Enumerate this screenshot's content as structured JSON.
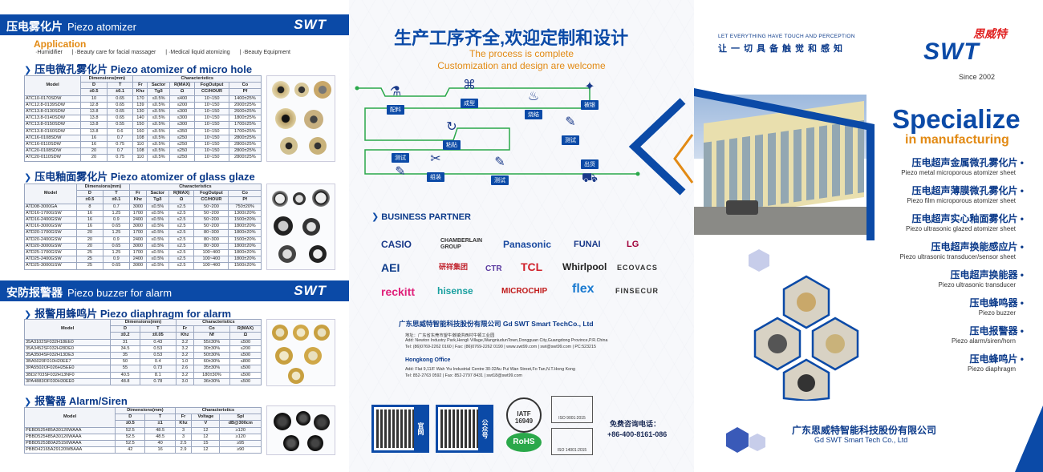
{
  "panel1": {
    "atomizer_bar": {
      "cn": "压电雾化片",
      "en": "Piezo atomizer",
      "brand": "SWT"
    },
    "application": {
      "title": "Application",
      "items": [
        "·Humidifier",
        "|  ·Beauty care for facial massager",
        "|  ·Medical liquid atomizing",
        "|  ·Beauty Equipment"
      ]
    },
    "micro_hole": {
      "heading": "压电微孔雾化片  Piezo atomizer of micro hole",
      "h_dim": "Dimensions(mm)",
      "h_char": "Characteristics",
      "h_model": "Model",
      "cols": [
        "D",
        "T",
        "Fr",
        "Sactor",
        "R(MAX)",
        "FogOutput",
        "Co"
      ],
      "units": [
        "±0.5",
        "±0.1",
        "Khz",
        "Tgδ",
        "Ω",
        "CC/HOUR",
        "Pf"
      ],
      "rows": [
        [
          "ATC10-0170SDW",
          "10",
          "0.65",
          "170",
          "≤0.5%",
          "≤400",
          "10~150",
          "1400±25%"
        ],
        [
          "ATC12.8-0139SDW",
          "12.8",
          "0.65",
          "139",
          "≤0.5%",
          "≤200",
          "10~150",
          "2000±25%"
        ],
        [
          "ATC13.8-0130SDW",
          "13.8",
          "0.65",
          "130",
          "≤0.5%",
          "≤300",
          "10~150",
          "2600±25%"
        ],
        [
          "ATC13.8-0140SDW",
          "13.8",
          "0.65",
          "140",
          "≤0.5%",
          "≤300",
          "10~150",
          "1800±25%"
        ],
        [
          "ATC13.8-0150SDW",
          "13.8",
          "0.55",
          "150",
          "≤0.5%",
          "≤300",
          "10~150",
          "1700±25%"
        ],
        [
          "ATC13.8-0160SDW",
          "13.8",
          "0.6",
          "160",
          "≤0.5%",
          "≤350",
          "10~150",
          "1700±25%"
        ],
        [
          "ATC16-0108SDW",
          "16",
          "0.7",
          "108",
          "≤0.5%",
          "≤250",
          "10~150",
          "2800±25%"
        ],
        [
          "ATC16-0110SDW",
          "16",
          "0.75",
          "110",
          "≤0.5%",
          "≤250",
          "10~150",
          "2800±25%"
        ],
        [
          "ATC20-0108SDW",
          "20",
          "0.7",
          "108",
          "≤0.5%",
          "≤250",
          "10~150",
          "2800±25%"
        ],
        [
          "ATC20-0110SDW",
          "20",
          "0.75",
          "110",
          "≤0.5%",
          "≤250",
          "10~150",
          "2800±25%"
        ]
      ]
    },
    "glass_glaze": {
      "heading": "压电釉面雾化片  Piezo atomizer of glass glaze",
      "h_dim": "Dimensions(mm)",
      "h_char": "Characteristics",
      "h_model": "Model",
      "cols": [
        "D",
        "T",
        "Fr",
        "Sactor",
        "R(MAX)",
        "FogOutput",
        "Co"
      ],
      "units": [
        "±0.5",
        "±0.1",
        "Khz",
        "Tgδ",
        "Ω",
        "CC/HOUR",
        "Pf"
      ],
      "rows": [
        [
          "ATD08-3000GA",
          "8",
          "0.7",
          "3000",
          "≤0.5%",
          "≤2.5",
          "50~200",
          "750±20%"
        ],
        [
          "ATD16-1700GSW",
          "16",
          "1.25",
          "1700",
          "≤0.5%",
          "≤2.5",
          "50~200",
          "1300±20%"
        ],
        [
          "ATD16-2400GSW",
          "16",
          "0.9",
          "2400",
          "≤0.5%",
          "≤2.5",
          "50~200",
          "1500±20%"
        ],
        [
          "ATD16-3000GSW",
          "16",
          "0.65",
          "3000",
          "≤0.5%",
          "≤2.5",
          "50~200",
          "1800±20%"
        ],
        [
          "ATD20-1700GSW",
          "20",
          "1.25",
          "1700",
          "≤0.5%",
          "≤2.5",
          "80~300",
          "1800±20%"
        ],
        [
          "ATD20-2400GSW",
          "20",
          "0.9",
          "2400",
          "≤0.5%",
          "≤2.5",
          "80~300",
          "1500±20%"
        ],
        [
          "ATD20-3000GSW",
          "20",
          "0.65",
          "3000",
          "≤0.5%",
          "≤2.5",
          "80~300",
          "1800±20%"
        ],
        [
          "ATD25-1700GSW",
          "25",
          "1.25",
          "1700",
          "≤0.5%",
          "≤2.5",
          "100~400",
          "1800±20%"
        ],
        [
          "ATD25-2400GSW",
          "25",
          "0.9",
          "2400",
          "≤0.5%",
          "≤2.5",
          "100~400",
          "1800±20%"
        ],
        [
          "ATD25-3000GSW",
          "25",
          "0.65",
          "3000",
          "≤0.5%",
          "≤2.5",
          "100~400",
          "1500±20%"
        ]
      ]
    },
    "buzzer_bar": {
      "cn": "安防报警器",
      "en": "Piezo buzzer for alarm",
      "brand": "SWT"
    },
    "diaphragm": {
      "heading": "报警用蜂鸣片  Piezo diaphragm for alarm",
      "h_dim": "Dimensions(mm)",
      "h_char": "Characteristics",
      "h_model": "Model",
      "cols": [
        "D",
        "T",
        "Fr",
        "Co",
        "R(MAX)"
      ],
      "units": [
        "±0.2",
        "±0.05",
        "Khz",
        "Nf",
        "Ω"
      ],
      "rows": [
        [
          "35A3102SF032H18EE0",
          "31",
          "0.43",
          "3.2",
          "55±30%",
          "≤500"
        ],
        [
          "35A3452SF032H28DE0",
          "34.5",
          "0.53",
          "3.2",
          "30±30%",
          "≤200"
        ],
        [
          "35A3504SF032H13DE3",
          "35",
          "0.53",
          "3.2",
          "50±30%",
          "≤500"
        ],
        [
          "3BA5020F010H20EE7",
          "50",
          "0.4",
          "1.0",
          "60±30%",
          "≤800"
        ],
        [
          "3PA5502OF026H25EE0",
          "55",
          "0.73",
          "2.6",
          "35±30%",
          "≤500"
        ],
        [
          "3BD2703SF032H13NF0",
          "40.5",
          "8.1",
          "3.2",
          "180±30%",
          "≤500"
        ],
        [
          "3PA4883OF030H30EE0",
          "48.8",
          "0.78",
          "3.0",
          "36±30%",
          "≤500"
        ]
      ]
    },
    "alarm": {
      "heading": "报警器  Alarm/Siren",
      "h_dim": "Dimensions(mm)",
      "h_char": "Characteristics",
      "h_model": "Model",
      "cols": [
        "D",
        "T",
        "Fr",
        "Voltage",
        "Spl"
      ],
      "units": [
        "±0.5",
        "±1",
        "Khz",
        "V",
        "dB@300cm"
      ],
      "rows": [
        [
          "PEBD525485A30120WAAA",
          "52.5",
          "48.5",
          "3",
          "12",
          "≥120"
        ],
        [
          "PBBD525485A30120WAAA",
          "52.5",
          "48.5",
          "3",
          "12",
          "≥120"
        ],
        [
          "PBBD525380A25150WAAA",
          "52.5",
          "40",
          "2.5",
          "15",
          "≥95"
        ],
        [
          "PBBD42165A29120WBAAA",
          "42",
          "16",
          "2.9",
          "12",
          "≥90"
        ]
      ]
    }
  },
  "panel2": {
    "title_cn": "生产工序齐全,欢迎定制和设计",
    "title_en1": "The process is complete",
    "title_en2": "Customization and design are welcome",
    "process": [
      "配料",
      "成型",
      "烧结",
      "被银",
      "测试",
      "粘贴",
      "测试",
      "组装",
      "测试",
      "出货"
    ],
    "business_partner": "BUSINESS PARTNER",
    "partners": [
      "CASIO",
      "CHAMBERLAIN GROUP",
      "Panasonic",
      "FUNAI",
      "LG",
      "AEI",
      "研祥集团",
      "CTR",
      "TCL",
      "Whirlpool",
      "ECOVACS",
      "reckitt",
      "hisense",
      "MICROCHIP",
      "flex",
      "FINSECUR"
    ],
    "company_title": "广东思威特智能科技股份有限公司   Gd SWT Smart TechCo., Ltd",
    "addr1": "地址：广东省东莞市望牛墩镇洪西村牛顿工业园",
    "addr2": "Add: Newton Industry Park,Hengli Village,WangniudunTown,Dongguan City,Guangdong Province,P.R.China",
    "addr3": "Tel: (86)0769-2262 0160  |  Fax: (86)0769-2262 0190  |  www.swt99.com  |  swt@swt99.com  |  PC:523215",
    "hk_title": "Hongkong Office",
    "hk1": "Add: Flat 9,11/F Wah Yiu Industrial Centre 30-32Au Pui Wan Street,Fo Tan,N.T.Hong Kong",
    "hk2": "Tel: 852-2763 0592  |  Fax: 852-2797 8431  |  swt18@swt99.com",
    "qr1_tag": "官网",
    "qr2_tag": "公众号",
    "certs": [
      "IATF 16949",
      "RoHS",
      "ISO 9001:2015",
      "ISO 14001:2015"
    ],
    "hotline_label": "免费咨询电话：",
    "hotline": "+86-400-8161-086"
  },
  "panel3": {
    "slogan_en": "LET EVERYTHING HAVE TOUCH AND PERCEPTION",
    "slogan_cn": "让一切具备触觉和感知",
    "brand_cn": "思威特",
    "brand": "SWT",
    "since": "Since 2002",
    "specialize": "Specialize",
    "in_manufacturing": "in manufacturing",
    "products": [
      {
        "cn": "压电超声金属微孔雾化片",
        "en": "Piezo metal microporous atomizer sheet"
      },
      {
        "cn": "压电超声薄膜微孔雾化片",
        "en": "Piezo film microporous atomizer sheet"
      },
      {
        "cn": "压电超声实心釉面雾化片",
        "en": "Piezo ultrasonic glazed atomizer sheet"
      },
      {
        "cn": "压电超声换能感应片",
        "en": "Piezo ultrasonic transducer/sensor sheet"
      },
      {
        "cn": "压电超声换能器",
        "en": "Piezo ultrasonic transducer"
      },
      {
        "cn": "压电蜂鸣器",
        "en": "Piezo buzzer"
      },
      {
        "cn": "压电报警器",
        "en": "Piezo alarm/siren/horn"
      },
      {
        "cn": "压电蜂鸣片",
        "en": "Piezo diaphragm"
      }
    ],
    "footer_cn": "广东思威特智能科技股份有限公司",
    "footer_en": "Gd SWT Smart Tech Co., Ltd"
  },
  "colors": {
    "primary": "#0b4aa7",
    "accent": "#e28a14",
    "green": "#2aa84a"
  }
}
